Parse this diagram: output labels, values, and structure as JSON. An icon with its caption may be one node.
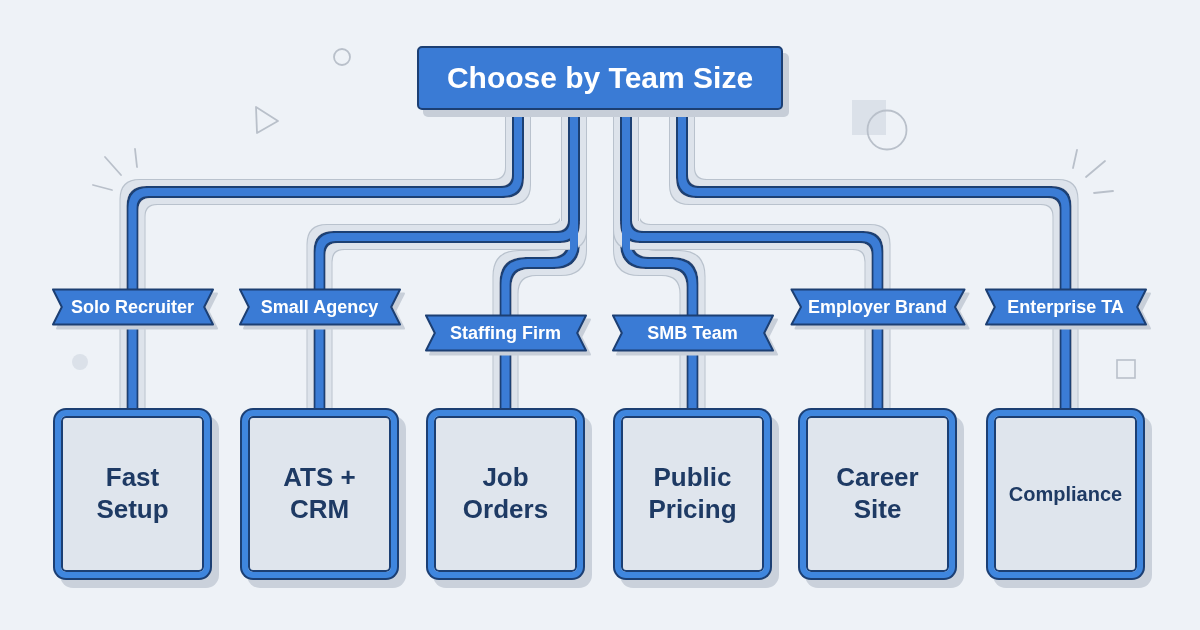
{
  "diagram": {
    "nodes": [
      {
        "text": [
          "Choose by Team Size"
        ]
      },
      {
        "text": [
          "Fast Setup"
        ]
      },
      {
        "text": [
          "ATS + CRM"
        ]
      },
      {
        "text": [
          "Job Orders"
        ]
      },
      {
        "text": [
          "Public Pricing"
        ]
      },
      {
        "text": [
          "Career Site"
        ]
      },
      {
        "text": [
          "Compliance"
        ]
      }
    ],
    "edges": [
      {
        "from": 0,
        "to": 1,
        "arrow": "none",
        "label": "Solo Recruiter"
      },
      {
        "from": 0,
        "to": 2,
        "arrow": "none",
        "label": "Small Agency"
      },
      {
        "from": 0,
        "to": 3,
        "arrow": "none",
        "label": "Staffing Firm"
      },
      {
        "from": 0,
        "to": 4,
        "arrow": "none",
        "label": "SMB Team"
      },
      {
        "from": 0,
        "to": 5,
        "arrow": "none",
        "label": "Employer Brand"
      },
      {
        "from": 0,
        "to": 6,
        "arrow": "none",
        "label": "Enterprise TA"
      }
    ]
  }
}
